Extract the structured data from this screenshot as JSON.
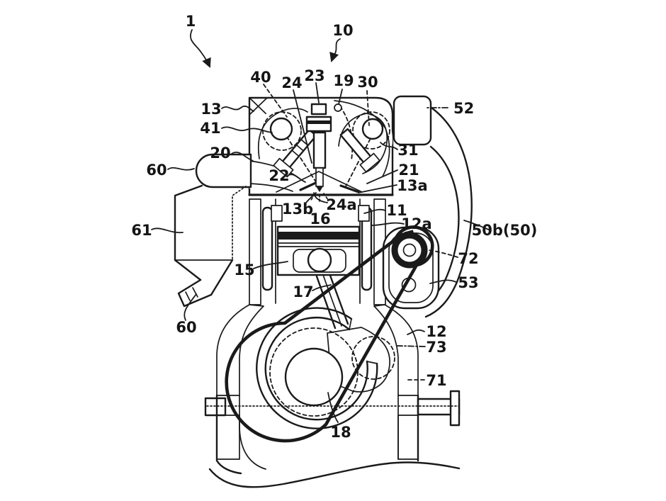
{
  "figure": {
    "background": "#ffffff",
    "line_color": "#1a1a1a"
  },
  "labels": {
    "l1": "1",
    "l10": "10",
    "l13": "13",
    "l41": "41",
    "l40": "40",
    "l24": "24",
    "l23": "23",
    "l19": "19",
    "l30": "30",
    "l20": "20",
    "l60a": "60",
    "l22": "22",
    "l31": "31",
    "l21": "21",
    "l13a": "13a",
    "l13b": "13b",
    "l24a": "24a",
    "l11": "11",
    "l16": "16",
    "l12a": "12a",
    "l50b": "50b(50)",
    "l52": "52",
    "l61": "61",
    "l72": "72",
    "l15": "15",
    "l53": "53",
    "l17": "17",
    "l60b": "60",
    "l12": "12",
    "l73": "73",
    "l71": "71",
    "l18": "18"
  }
}
